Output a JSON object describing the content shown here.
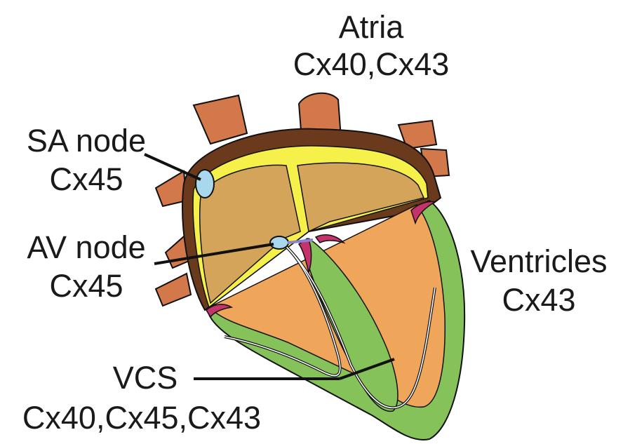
{
  "labels": {
    "atria": {
      "name": "Atria",
      "connexins": "Cx40,Cx43"
    },
    "sa_node": {
      "name": "SA node",
      "connexins": "Cx45"
    },
    "av_node": {
      "name": "AV node",
      "connexins": "Cx45"
    },
    "ventricles": {
      "name": "Ventricles",
      "connexins": "Cx43"
    },
    "vcs": {
      "name": "VCS",
      "connexins": "Cx40,Cx45,Cx43"
    }
  },
  "colors": {
    "vessel": "#d2784a",
    "atrial_wall": "#6b3a1d",
    "atrial_chamber": "#d4a45a",
    "ventricle_inner": "#f0a65a",
    "ventricle_wall": "#86c25a",
    "conduction_yellow": "#f6f04a",
    "node_blue": "#a9d8ee",
    "valve": "#c4336a",
    "outline": "#111111"
  }
}
